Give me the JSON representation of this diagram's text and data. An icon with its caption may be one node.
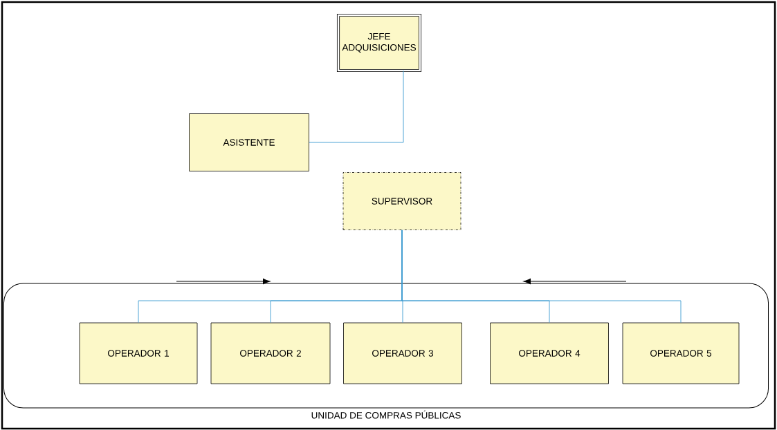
{
  "diagram": {
    "nodes": [
      {
        "text": [
          "JEFE ADQUISICIONES"
        ]
      },
      {
        "text": [
          "ASISTENTE"
        ]
      },
      {
        "text": [
          "SUPERVISOR"
        ]
      },
      {
        "text": [
          "UNIDAD DE COMPRAS PÚBLICAS"
        ]
      },
      {
        "text": [
          "OPERADOR 1"
        ],
        "in": 3
      },
      {
        "text": [
          "OPERADOR 2"
        ],
        "in": 3
      },
      {
        "text": [
          "OPERADOR 3"
        ],
        "in": 3
      },
      {
        "text": [
          "OPERADOR 4"
        ],
        "in": 3
      },
      {
        "text": [
          "OPERADOR 5"
        ],
        "in": 3
      }
    ],
    "edges": [
      {
        "from": 0,
        "to": 1,
        "arrow": "none"
      },
      {
        "from": 2,
        "to": 4,
        "arrow": "none"
      },
      {
        "from": 2,
        "to": 5,
        "arrow": "none"
      },
      {
        "from": 2,
        "to": 6,
        "arrow": "none"
      },
      {
        "from": 2,
        "to": 7,
        "arrow": "none"
      },
      {
        "from": 2,
        "to": 8,
        "arrow": "none"
      }
    ]
  }
}
